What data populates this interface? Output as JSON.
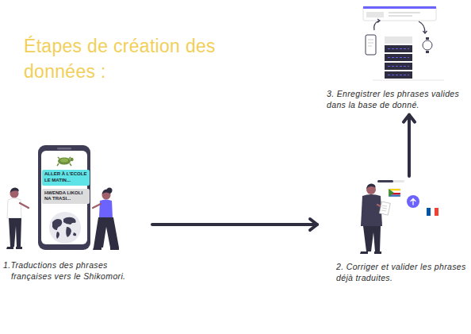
{
  "diagram": {
    "title": "Étapes de création des données :",
    "nodes": [
      {
        "text": [
          "1.Traductions des phrases françaises vers le Shikomori."
        ]
      },
      {
        "text": [
          "ALLER À L'ECOLE LE MATIN..."
        ],
        "in": 0
      },
      {
        "text": [
          "HWENDA LIKOLI NA TRASI..."
        ],
        "in": 0
      },
      {
        "text": [
          "2. Corriger et valider les phrases déjà traduites."
        ]
      },
      {
        "text": [
          "3. Enregistrer les phrases valides dans la base de donné."
        ]
      }
    ],
    "edges": [
      {
        "from": 0,
        "to": 3,
        "arrow": "to"
      },
      {
        "from": 3,
        "to": 4,
        "arrow": "to"
      }
    ]
  }
}
